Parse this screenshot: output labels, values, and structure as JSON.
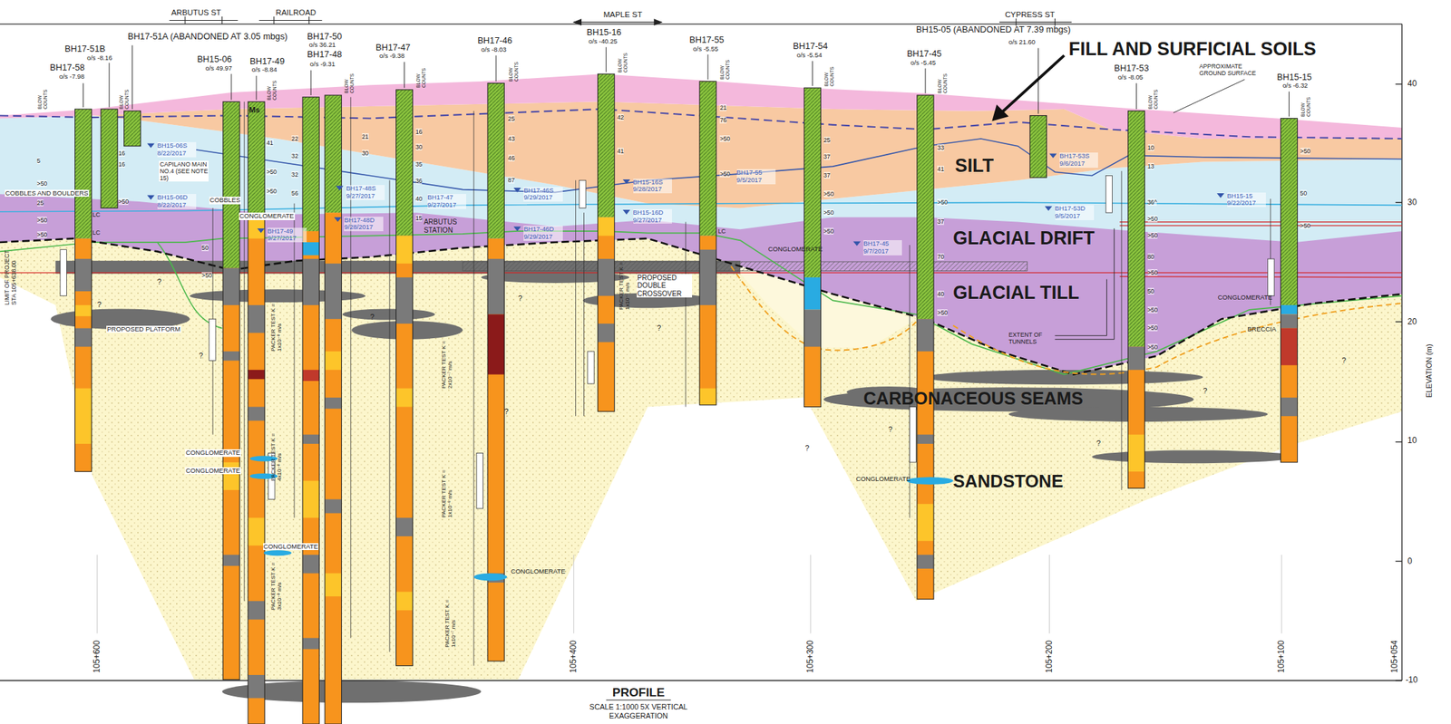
{
  "diagram": {
    "title": "PROFILE",
    "caption": "SCALE 1:1000 5X VERTICAL EXAGGERATION",
    "labels": [
      "ARBUTUS ST",
      "RAILROAD",
      "MAPLE ST",
      "CYPRESS ST",
      "BH17-51A (ABANDONED AT 3.05 mbgs)",
      "BH17-51B",
      "o/s -8.16",
      "BH17-58",
      "o/s -7.98",
      "BH15-06",
      "o/s 49.97",
      "BH17-49",
      "o/s -8.84",
      "BH17-50",
      "o/s 36.21",
      "BH17-48",
      "o/s -9.31",
      "BH17-47",
      "o/s -9.38",
      "BH17-46",
      "o/s -8.03",
      "BH15-16",
      "o/s -40.25",
      "BH17-55",
      "o/s -5.55",
      "BH17-54",
      "o/s -5.54",
      "BH17-45",
      "o/s -5.45",
      "BH15-05 (ABANDONED AT 7.39 mbgs)",
      "o/s 21.60",
      "BH17-53",
      "o/s -8.05",
      "BH15-15",
      "o/s -6.32",
      "FILL AND SURFICIAL SOILS",
      "SILT",
      "GLACIAL DRIFT",
      "GLACIAL TILL",
      "CARBONACEOUS SEAMS",
      "SANDSTONE",
      "APPROXIMATE GROUND SURFACE",
      "COBBLES AND BOULDERS",
      "CAPILANO MAIN NO.4 (SEE NOTE 15)",
      "COBBLES",
      "CONGLOMERATE",
      "LIMIT OF PROJECT STA 105+638.00",
      "LC",
      "LC",
      "LC",
      "PROPOSED PLATFORM",
      "ARBUTUS STATION",
      "PROPOSED DOUBLE CROSSOVER",
      "CONGLOMERATE",
      "EXTENT OF TUNNELS",
      "CONGLOMERATE",
      "BRECCIA",
      "CONGLOMERATE",
      "CONGLOMERATE",
      "CONGLOMERATE",
      "CONGLOMERATE",
      "CONGLOMERATE",
      "Ms",
      "BH15-06S 8/22/2017",
      "BH15-06D 8/22/2017",
      "BH17-49 9/27/2017",
      "BH17-48S 9/27/2017",
      "BH17-48D 9/28/2017",
      "BH17-47 9/27/2017",
      "BH17-46S 9/29/2017",
      "BH17-46D 9/29/2017",
      "BH15-16S 9/28/2017",
      "BH15-16D 9/27/2017",
      "BH17-55 9/5/2017",
      "BH17-45 9/7/2017",
      "BH17-53S 9/6/2017",
      "BH17-53D 9/5/2017",
      "BH15-15 9/22/2017",
      "PACKER TEST K = 1x10⁻⁸ m/s",
      "PACKER TEST K = 4x10⁻⁸ m/s",
      "PACKER TEST K = 3x10⁻⁸ m/s",
      "PACKER TEST K = 2x10⁻⁷ m/s",
      "PACKER TEST K = 1x10⁻⁶ m/s",
      "PACKER TEST K = 1x10⁻⁷ m/s",
      "PACKER TEST K = 1x10⁻⁷ m/s",
      "ELEVATION (m)",
      "40",
      "30",
      "20",
      "10",
      "0",
      "-10",
      "105+600",
      "105+400",
      "105+300",
      "105+200",
      "105+100",
      "105+054",
      "BLOW COUNTS",
      "BLOW COUNTS",
      "BLOW COUNTS",
      "BLOW COUNTS",
      "BLOW COUNTS",
      "BLOW COUNTS",
      "BLOW COUNTS",
      "BLOW COUNTS",
      "BLOW COUNTS",
      "BLOW COUNTS",
      "BLOW COUNTS",
      "BLOW COUNTS",
      "5",
      ">50",
      "25",
      ">50",
      ">50",
      "16",
      "16",
      ">50",
      "50",
      ">50",
      "41",
      ">50",
      ">50",
      "22",
      "32",
      "32",
      "56",
      "21",
      "30",
      "16",
      "30",
      "35",
      "36",
      "40",
      "15",
      "25",
      "43",
      "46",
      "87",
      "42",
      "41",
      "21",
      "76",
      ">50",
      ">50",
      "25",
      "37",
      "37",
      ">50",
      ">50",
      ">50",
      "33",
      "41",
      ">50",
      "37",
      "70",
      "40",
      ">50",
      "10",
      "13",
      "36^",
      ">50",
      ">50",
      "80",
      ">50",
      "50",
      ">50",
      ">50",
      ">50",
      ">50",
      "50",
      ">50",
      "?",
      "?",
      "?",
      "?",
      "?",
      "?",
      "?",
      "?",
      "?",
      "?",
      "?",
      "?"
    ]
  }
}
